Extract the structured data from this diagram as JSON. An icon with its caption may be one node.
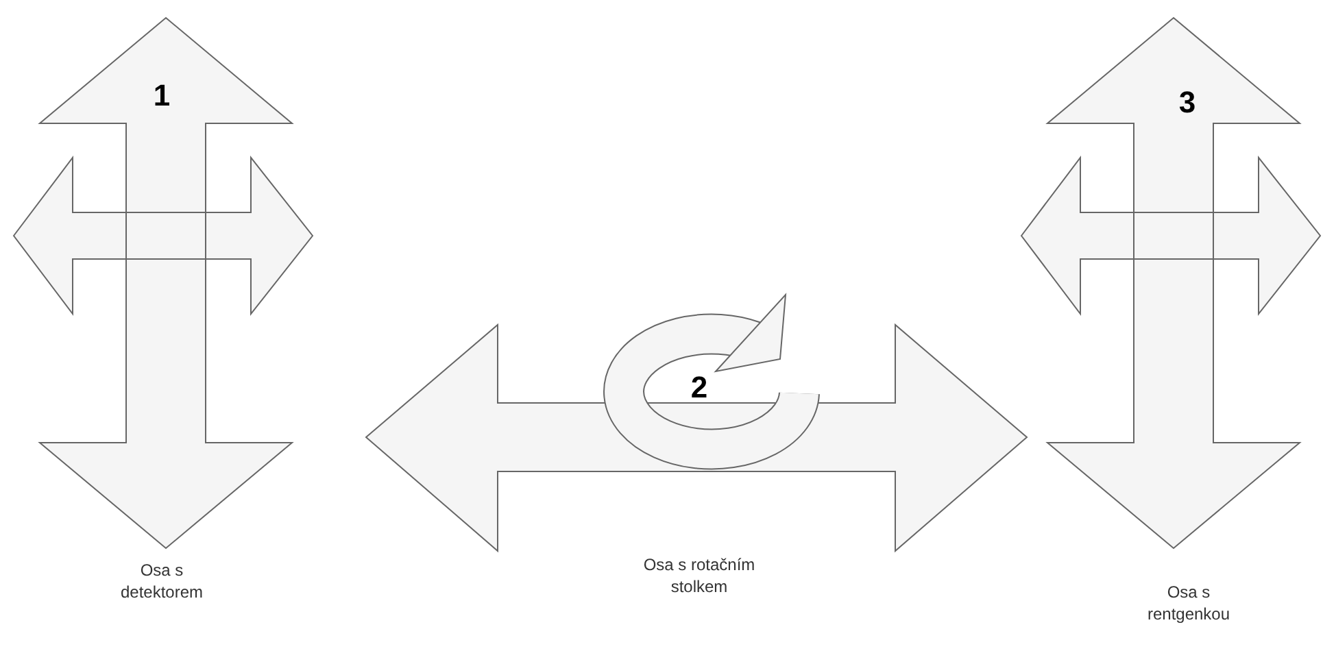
{
  "diagram": {
    "nodes": [
      {
        "text": [
          "1"
        ],
        "beside": [
          "Osa s detektorem"
        ]
      },
      {
        "text": [
          "2"
        ],
        "beside": [
          "Osa s rotačním stolkem"
        ]
      },
      {
        "text": [
          "3"
        ],
        "beside": [
          "Osa s rentgenkou"
        ]
      }
    ]
  }
}
